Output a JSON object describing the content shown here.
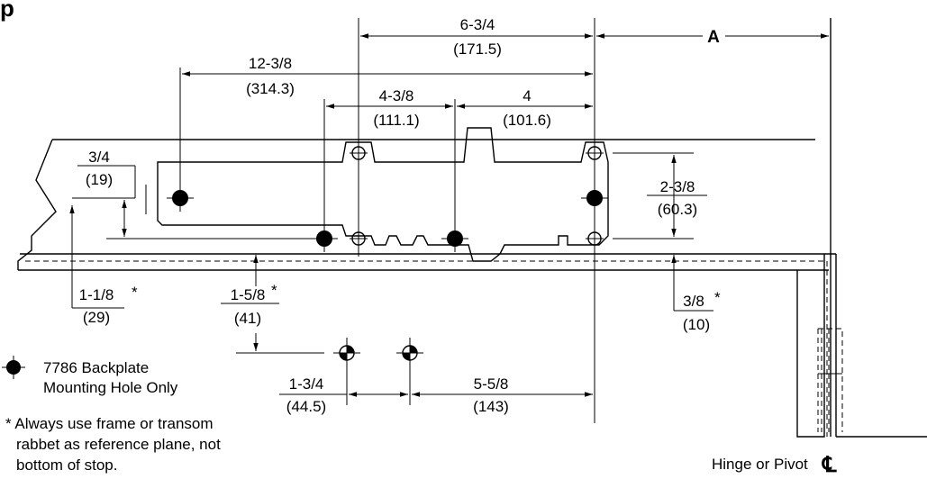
{
  "header": {
    "fragment": "p"
  },
  "dimensions": {
    "d1": {
      "frac": "6-3/4",
      "mm": "(171.5)"
    },
    "d2": {
      "label": "A"
    },
    "d3": {
      "frac": "12-3/8",
      "mm": "(314.3)"
    },
    "d4": {
      "frac": "4-3/8",
      "mm": "(111.1)"
    },
    "d5": {
      "frac": "4",
      "mm": "(101.6)"
    },
    "d6": {
      "frac": "3/4",
      "mm": "(19)"
    },
    "d7": {
      "frac": "2-3/8",
      "mm": "(60.3)"
    },
    "d8": {
      "frac": "1-1/8",
      "star": "*",
      "mm": "(29)"
    },
    "d9": {
      "frac": "1-5/8",
      "star": "*",
      "mm": "(41)"
    },
    "d10": {
      "frac": "3/8",
      "star": "*",
      "mm": "(10)"
    },
    "d11": {
      "frac": "1-3/4",
      "mm": "(44.5)"
    },
    "d12": {
      "frac": "5-5/8",
      "mm": "(143)"
    }
  },
  "legend": {
    "line1": "7786 Backplate",
    "line2": "Mounting Hole Only"
  },
  "note": {
    "line1": "* Always use frame or transom",
    "line2": "rabbet as reference plane, not",
    "line3": "bottom of stop."
  },
  "hinge": {
    "label": "Hinge or Pivot",
    "symbol": "℄"
  }
}
